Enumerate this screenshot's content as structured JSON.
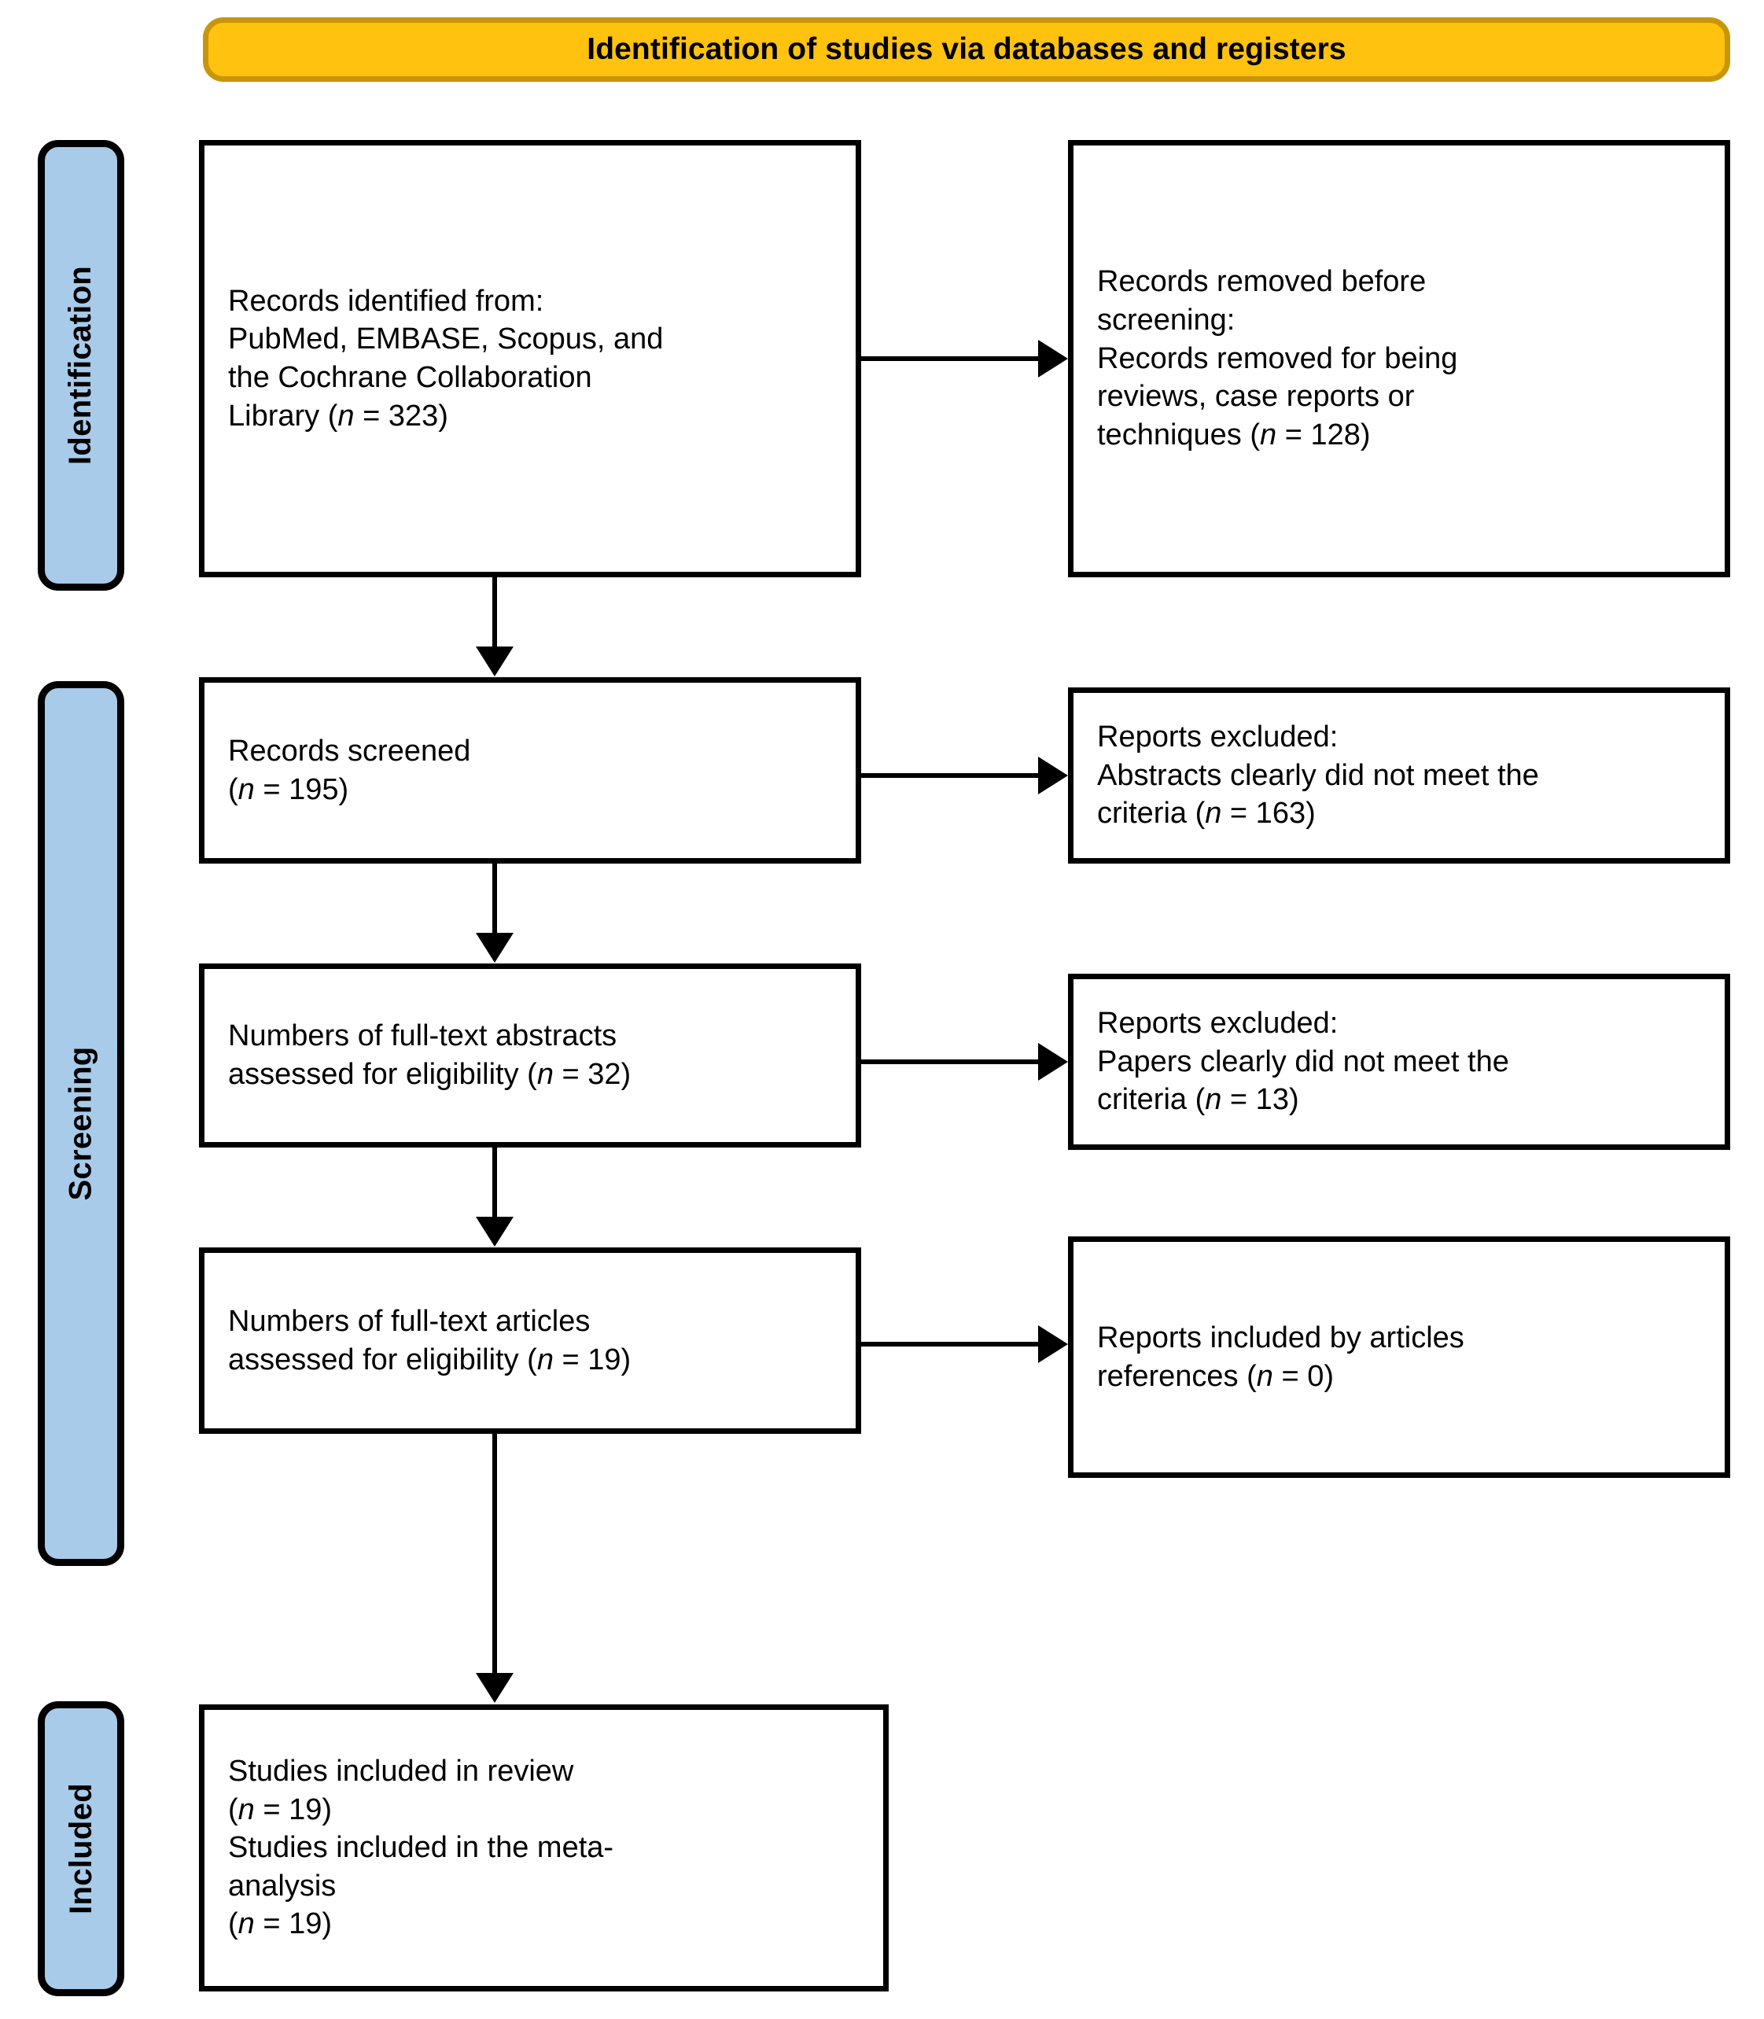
{
  "header": {
    "title": "Identification of studies via databases and registers",
    "fill_color": "#FFC20E",
    "border_color": "#C8960C"
  },
  "stages": [
    {
      "id": "identification",
      "label": "Identification",
      "fill_color": "#A8CBEA"
    },
    {
      "id": "screening",
      "label": "Screening",
      "fill_color": "#A8CBEA"
    },
    {
      "id": "included",
      "label": "Included",
      "fill_color": "#A8CBEA"
    }
  ],
  "boxes": {
    "identified": {
      "line1": "Records identified from:",
      "line2": "PubMed, EMBASE, Scopus, and",
      "line3": "the Cochrane Collaboration",
      "line4_prefix": "Library (",
      "italic_n": "n",
      "line4_suffix": " = 323)",
      "count": 323
    },
    "removed": {
      "line1": "Records removed before",
      "line2": "screening:",
      "line3": "Records removed for being",
      "line4": "reviews, case reports or",
      "line5_prefix": "techniques (",
      "italic_n": "n",
      "line5_suffix": " = 128)",
      "count": 128
    },
    "screened": {
      "line1": "Records screened",
      "line2_prefix": "(",
      "italic_n": "n",
      "line2_suffix": " = 195)",
      "count": 195
    },
    "excluded_abstracts": {
      "line1": "Reports excluded:",
      "line2": "Abstracts clearly did not meet the",
      "line3_prefix": "criteria (",
      "italic_n": "n",
      "line3_suffix": " = 163)",
      "count": 163
    },
    "fulltext_abstracts": {
      "line1": "Numbers of full-text abstracts",
      "line2_prefix": "assessed for eligibility (",
      "italic_n": "n",
      "line2_suffix": " = 32)",
      "count": 32
    },
    "excluded_papers": {
      "line1": "Reports excluded:",
      "line2": "Papers clearly did not meet the",
      "line3_prefix": "criteria (",
      "italic_n": "n",
      "line3_suffix": " = 13)",
      "count": 13
    },
    "fulltext_articles": {
      "line1": "Numbers of full-text articles",
      "line2_prefix": "assessed for eligibility (",
      "italic_n": "n",
      "line2_suffix": " = 19)",
      "count": 19
    },
    "included_refs": {
      "line1": "Reports included by articles",
      "line2_prefix": "references (",
      "italic_n": "n",
      "line2_suffix": " = 0)",
      "count": 0
    },
    "included": {
      "line1": "Studies included in review",
      "line2_prefix": "(",
      "italic_n": "n",
      "line2_suffix": " = 19)",
      "line3": "Studies included in the meta-",
      "line4": "analysis",
      "line5_prefix": "(",
      "line5_suffix": " = 19)",
      "count_review": 19,
      "count_meta": 19
    }
  },
  "chart_data": {
    "type": "diagram",
    "title": "Identification of studies via databases and registers",
    "nodes": [
      {
        "id": "identified",
        "stage": "Identification",
        "column": "left",
        "label": "Records identified from: PubMed, EMBASE, Scopus, and the Cochrane Collaboration Library",
        "n": 323
      },
      {
        "id": "removed",
        "stage": "Identification",
        "column": "right",
        "label": "Records removed before screening: Records removed for being reviews, case reports or techniques",
        "n": 128
      },
      {
        "id": "screened",
        "stage": "Screening",
        "column": "left",
        "label": "Records screened",
        "n": 195
      },
      {
        "id": "excluded_abstracts",
        "stage": "Screening",
        "column": "right",
        "label": "Reports excluded: Abstracts clearly did not meet the criteria",
        "n": 163
      },
      {
        "id": "fulltext_abstracts",
        "stage": "Screening",
        "column": "left",
        "label": "Numbers of full-text abstracts assessed for eligibility",
        "n": 32
      },
      {
        "id": "excluded_papers",
        "stage": "Screening",
        "column": "right",
        "label": "Reports excluded: Papers clearly did not meet the criteria",
        "n": 13
      },
      {
        "id": "fulltext_articles",
        "stage": "Screening",
        "column": "left",
        "label": "Numbers of full-text articles assessed for eligibility",
        "n": 19
      },
      {
        "id": "included_refs",
        "stage": "Screening",
        "column": "right",
        "label": "Reports included by articles references",
        "n": 0
      },
      {
        "id": "included",
        "stage": "Included",
        "column": "left",
        "label": "Studies included in review / Studies included in the meta-analysis",
        "n": 19
      }
    ],
    "edges": [
      {
        "from": "identified",
        "to": "removed",
        "direction": "right"
      },
      {
        "from": "identified",
        "to": "screened",
        "direction": "down"
      },
      {
        "from": "screened",
        "to": "excluded_abstracts",
        "direction": "right"
      },
      {
        "from": "screened",
        "to": "fulltext_abstracts",
        "direction": "down"
      },
      {
        "from": "fulltext_abstracts",
        "to": "excluded_papers",
        "direction": "right"
      },
      {
        "from": "fulltext_abstracts",
        "to": "fulltext_articles",
        "direction": "down"
      },
      {
        "from": "fulltext_articles",
        "to": "included_refs",
        "direction": "right"
      },
      {
        "from": "fulltext_articles",
        "to": "included",
        "direction": "down"
      }
    ]
  }
}
